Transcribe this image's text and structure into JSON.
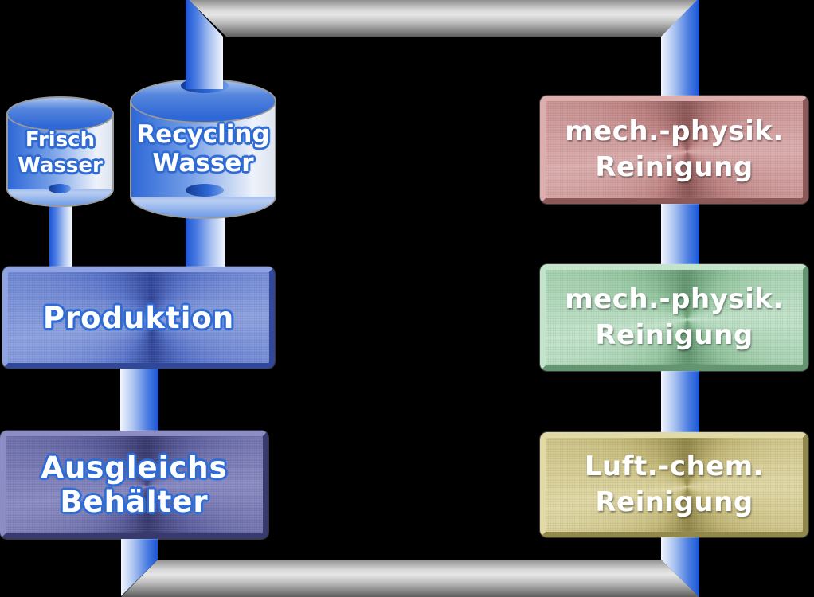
{
  "diagram": {
    "background_color": "#000000",
    "tanks": [
      {
        "name": "frisch-wasser-tank",
        "lines": [
          "Frisch",
          "Wasser"
        ]
      },
      {
        "name": "recycling-wasser-tank",
        "lines": [
          "Recycling",
          "Wasser"
        ]
      }
    ],
    "left_boxes": [
      {
        "name": "produktion",
        "lines": [
          "Produktion"
        ],
        "colors": {
          "base": "#5b76cb",
          "light": "#8fa3e2",
          "dark": "#31479a"
        }
      },
      {
        "name": "ausgleichs-behaelter",
        "lines": [
          "Ausgleichs",
          "Behälter"
        ],
        "colors": {
          "base": "#5c5e9d",
          "light": "#8b8dc4",
          "dark": "#383a6e"
        }
      }
    ],
    "right_boxes": [
      {
        "name": "mech-physik-reinigung-1",
        "lines": [
          "mech.-physik.",
          "Reinigung"
        ],
        "colors": {
          "base": "#c08484",
          "light": "#dcaeae",
          "dark": "#8d5858"
        }
      },
      {
        "name": "mech-physik-reinigung-2",
        "lines": [
          "mech.-physik.",
          "Reinigung"
        ],
        "colors": {
          "base": "#93c59f",
          "light": "#c3e4cb",
          "dark": "#639670"
        }
      },
      {
        "name": "luft-chem-reinigung",
        "lines": [
          "Luft.-chem.",
          "Reinigung"
        ],
        "colors": {
          "base": "#c3b877",
          "light": "#e1d9a6",
          "dark": "#92884b"
        }
      }
    ],
    "colors": {
      "pipe_blue": "#1b55d6",
      "pipe_light": "#f2f6fd",
      "pipe_gray_highlight": "#e6e6e6",
      "pipe_gray_shadow": "#5f5f5f",
      "tank_blue": "#2e68d6",
      "text_outline_blue": "#2e6bd4",
      "text_fill": "#ffffff"
    }
  }
}
